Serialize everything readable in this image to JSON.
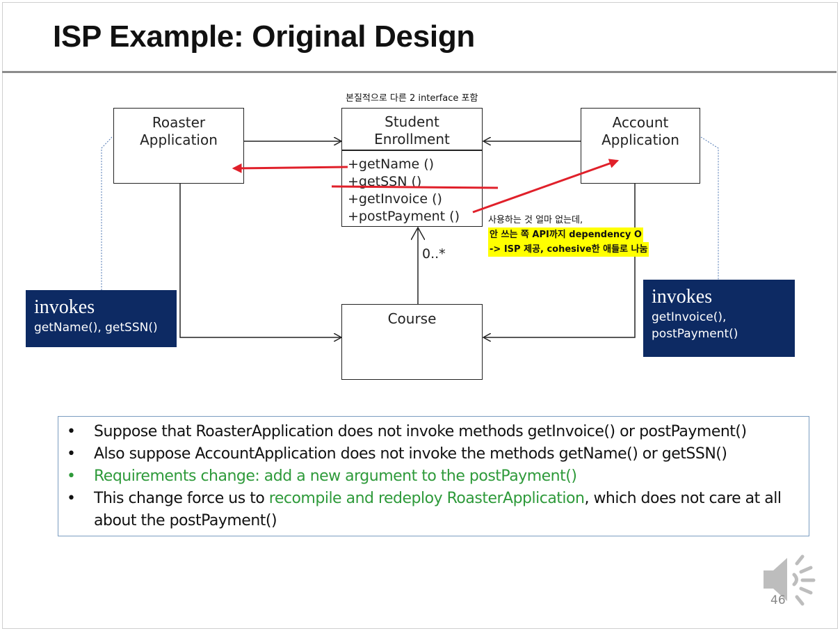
{
  "slide": {
    "title": "ISP Example: Original Design",
    "page_number": "46"
  },
  "diagram": {
    "top_note": "본질적으로 다른 2 interface 포함",
    "roaster": {
      "title": "Roaster\nApplication"
    },
    "student": {
      "title": "Student\nEnrollment",
      "methods": [
        "+getName ()",
        "+getSSN ()",
        "+getInvoice ()",
        "+postPayment ()"
      ]
    },
    "account": {
      "title": "Account\nApplication"
    },
    "course": {
      "title": "Course"
    },
    "multiplicity": "0..*",
    "annotation": {
      "line1": "사용하는 것 얼마 없는데,",
      "line2": "안 쓰는 쪽 API까지 dependency O",
      "line3": "-> ISP 제공, cohesive한 애들로 나눔"
    },
    "callout_left": {
      "heading": "invokes",
      "text": "getName(), getSSN()"
    },
    "callout_right": {
      "heading": "invokes",
      "text": "getInvoice(),\npostPayment()"
    },
    "colors": {
      "callout_bg": "#0d2a63",
      "red_arrow": "#e0202a",
      "highlight": "#ffff00",
      "green_text": "#2e9a3a"
    }
  },
  "bullets": [
    {
      "parts": [
        {
          "text": "Suppose that RoasterApplication does not invoke methods getInvoice() or postPayment()"
        }
      ]
    },
    {
      "parts": [
        {
          "text": "Also suppose AccountApplication does not invoke the methods getName() or getSSN()"
        }
      ]
    },
    {
      "parts": [
        {
          "text": "Requirements change: add a new argument to the postPayment()",
          "green": true
        }
      ],
      "green_bullet": true
    },
    {
      "parts": [
        {
          "text": "This change force us to "
        },
        {
          "text": "recompile and redeploy RoasterApplication",
          "green": true
        },
        {
          "text": ", which does not care at all about the postPayment()"
        }
      ]
    }
  ],
  "icons": {
    "speaker": "speaker-icon"
  }
}
